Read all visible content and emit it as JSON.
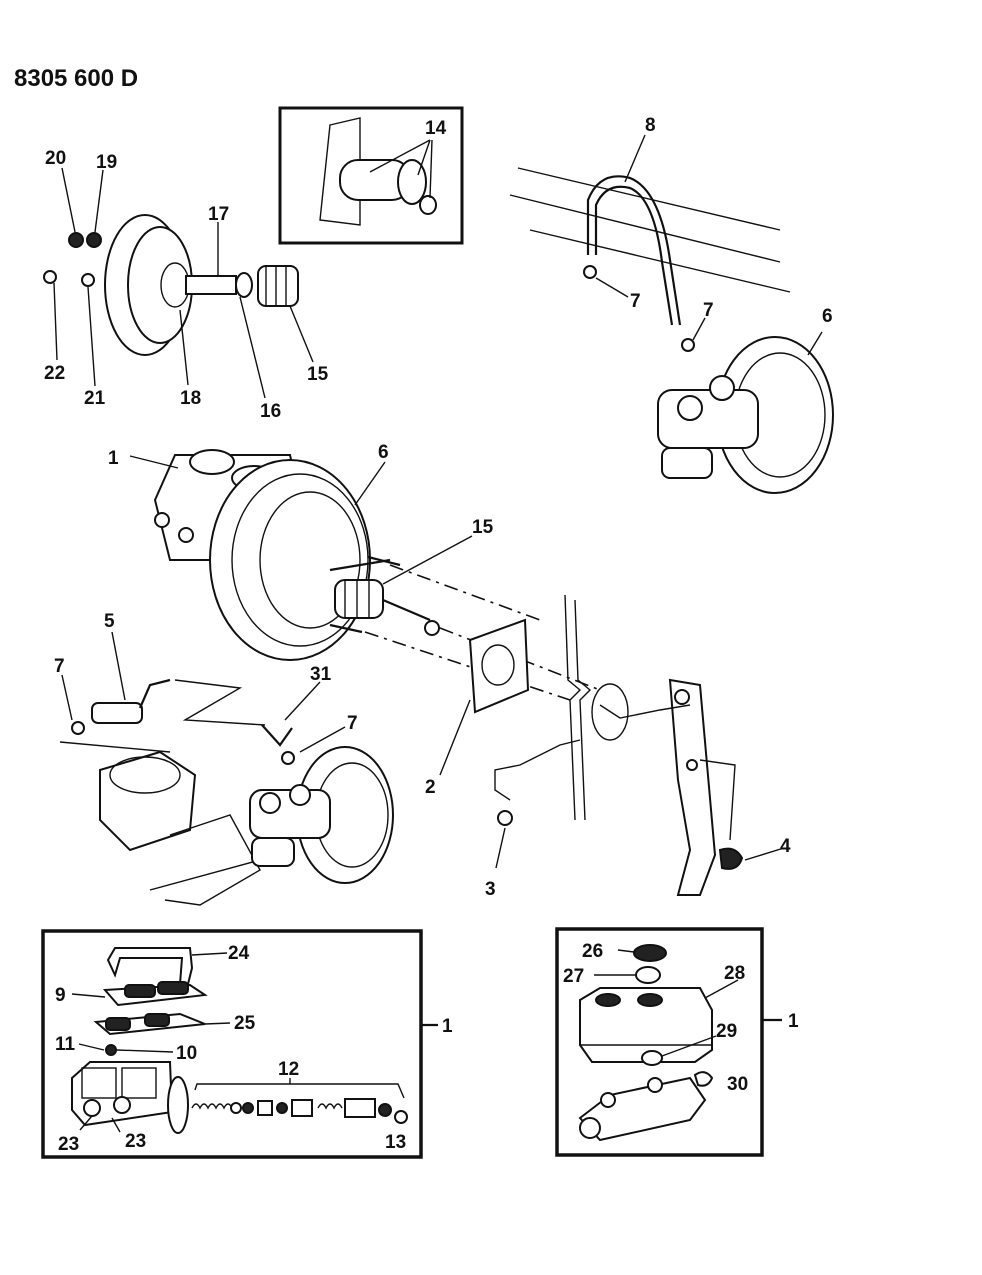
{
  "diagram_id": "8305 600 D",
  "callouts": {
    "c1_master_cyl": "1",
    "c1_box_left": "1",
    "c1_box_right": "1",
    "c2": "2",
    "c3": "3",
    "c4": "4",
    "c5": "5",
    "c6_main": "6",
    "c6_upper": "6",
    "c7_a": "7",
    "c7_b": "7",
    "c7_c": "7",
    "c7_d": "7",
    "c8": "8",
    "c9": "9",
    "c10": "10",
    "c11": "11",
    "c12": "12",
    "c13": "13",
    "c14": "14",
    "c15_a": "15",
    "c15_b": "15",
    "c16": "16",
    "c17": "17",
    "c18": "18",
    "c19": "19",
    "c20": "20",
    "c21": "21",
    "c22": "22",
    "c23_a": "23",
    "c23_b": "23",
    "c24": "24",
    "c25": "25",
    "c26": "26",
    "c27": "27",
    "c28": "28",
    "c29": "29",
    "c30": "30",
    "c31": "31"
  }
}
